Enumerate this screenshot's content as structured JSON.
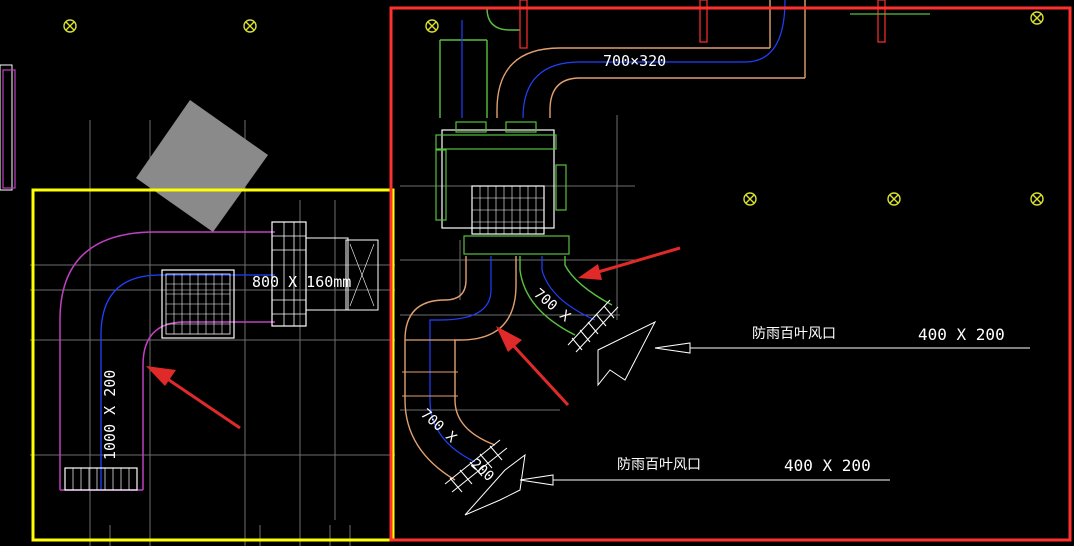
{
  "colors": {
    "background": "#000000",
    "grid": "#8a8a8a",
    "duct_outline_magenta": "#c040c0",
    "duct_outline_tan": "#e0a070",
    "duct_outline_green": "#58c040",
    "centerline_blue": "#2040ff",
    "fixture_yellow": "#d8e030",
    "highlight_red": "#ff3030",
    "highlight_yellow": "#ffff00",
    "arrow_red": "#e02a2a",
    "roof_block_gray": "#8a8a8a",
    "text_white": "#ffffff"
  },
  "labels": {
    "left_duct_h": "800 X 160mm",
    "left_duct_v": "1000 X 200",
    "right_duct_top": "700×320",
    "branch_upper": "700 X",
    "branch_lower_a": "700 X",
    "branch_lower_b": "200",
    "louver_upper_name": "防雨百叶风口",
    "louver_upper_size": "400 X  200",
    "louver_lower_name": "防雨百叶风口",
    "louver_lower_size": "400 X  200"
  },
  "icons": {
    "fixture": "circle-x-icon",
    "callout_arrow": "red-arrow-icon",
    "grille": "grille-icon"
  }
}
